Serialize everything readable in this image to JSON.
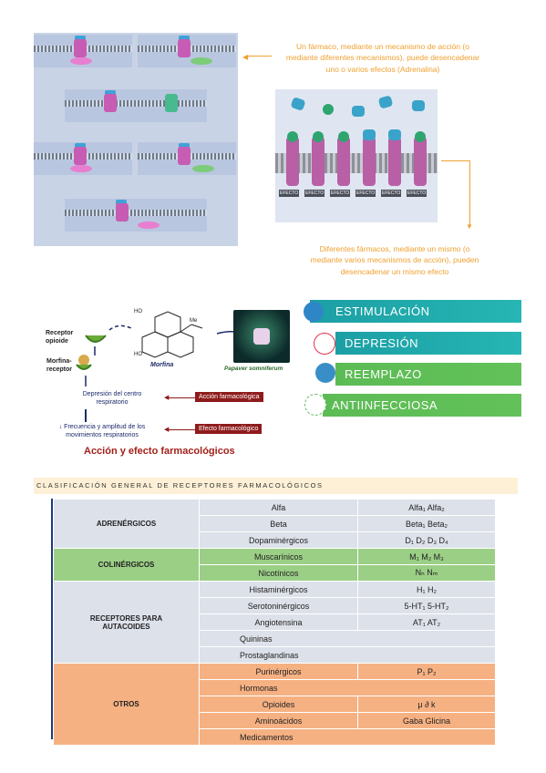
{
  "top_right_text_1": "Un fármaco, mediante un mecanismo de acción (o mediante diferentes mecanismos), puede desencadenar uno o varios efectos (Adrenalina)",
  "top_right_text_2": "Diferentes fármacos, mediante un mismo (o mediante varios mecanismos de acción), pueden desencadenar un mismo efecto",
  "receptor_image": {
    "effect_label": "EFECTO"
  },
  "morphine_figure": {
    "receptor_label": "Receptor opioide",
    "complex_label": "Morfina-receptor",
    "morphine_label": "Morfina",
    "plant_label": "Papaver somniferum",
    "depression_text": "Depresión del centro respiratorio",
    "frequency_text": "↓ Frecuencia y amplitud de los movimientos respiratorios",
    "action_label": "Acción farmacológica",
    "effect_label": "Efecto farmacológico",
    "caption": "Acción y efecto farmacológicos"
  },
  "banners": [
    "ESTIMULACIÓN",
    "DEPRESIÓN",
    "REEMPLAZO",
    "ANTIINFECCIOSA"
  ],
  "table": {
    "title": "CLASIFICACIÓN GENERAL DE RECEPTORES FARMACOLÓGICOS",
    "groups": [
      {
        "name": "ADRENÉRGICOS",
        "color": "#dde1ea",
        "rows": [
          [
            "Alfa",
            "Alfa₁ Alfa₂"
          ],
          [
            "Beta",
            "Beta₁ Beta₂"
          ],
          [
            "Dopaminérgicos",
            "D₁ D₂ D₃ D₄"
          ]
        ]
      },
      {
        "name": "COLINÉRGICOS",
        "color": "#9bcf86",
        "rows": [
          [
            "Muscarínicos",
            "M₁ M₂ M₃"
          ],
          [
            "Nicotínicos",
            "Nₙ Nₘ"
          ]
        ]
      },
      {
        "name": "RECEPTORES PARA AUTACOIDES",
        "color": "#dde1ea",
        "rows": [
          [
            "Histaminérgicos",
            "H₁ H₂"
          ],
          [
            "Serotoninérgicos",
            "5-HT₁ 5-HT₂"
          ],
          [
            "Angiotensina",
            "AT₁ AT₂"
          ],
          [
            "Quininas",
            ""
          ],
          [
            "Prostaglandinas",
            ""
          ]
        ]
      },
      {
        "name": "OTROS",
        "color": "#f6b183",
        "rows": [
          [
            "Purinérgicos",
            "P₁ P₂"
          ],
          [
            "Hormonas",
            ""
          ],
          [
            "Opioides",
            "μ ∂ k"
          ],
          [
            "Aminoácidos",
            "Gaba Glicina"
          ],
          [
            "Medicamentos",
            ""
          ]
        ]
      }
    ]
  }
}
